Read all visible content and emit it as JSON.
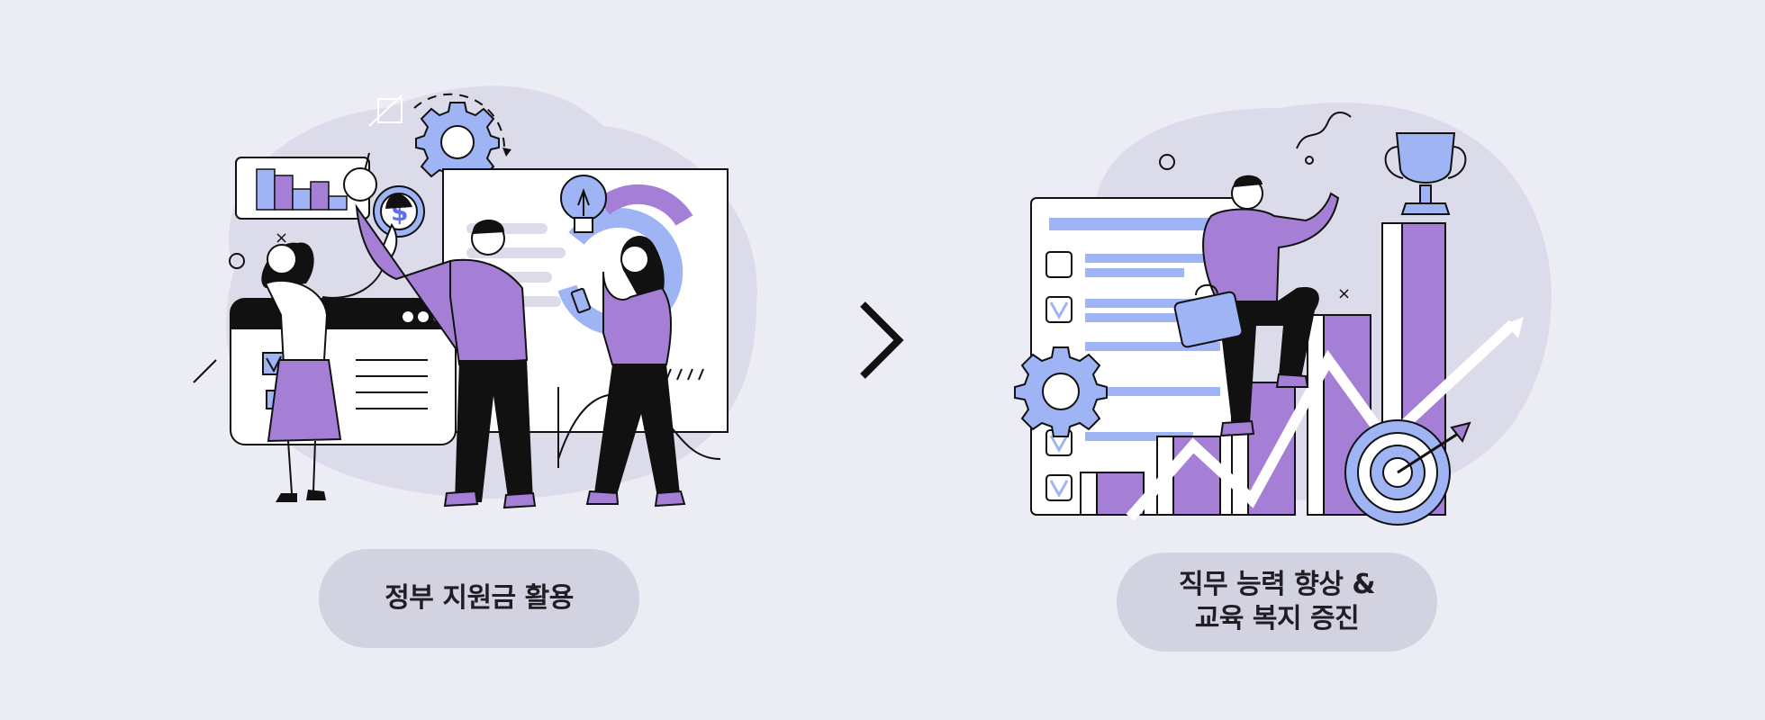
{
  "left_panel": {
    "caption": "정부 지원금 활용"
  },
  "right_panel": {
    "caption_line1": "직무 능력 향상 &",
    "caption_line2": "교육 복지 증진"
  },
  "colors": {
    "background": "#ECECF4",
    "blob": "#DCDBEA",
    "purple": "#A57FD6",
    "periwinkle": "#9FB4F4",
    "ink": "#111111",
    "pill": "#D2D2E0"
  },
  "icons": [
    "dollar-coin-icon",
    "gear-icon",
    "lightbulb-icon",
    "checkbox-icon",
    "chevron-right-icon",
    "briefcase-icon",
    "trophy-icon",
    "target-icon",
    "growth-arrow-icon"
  ]
}
